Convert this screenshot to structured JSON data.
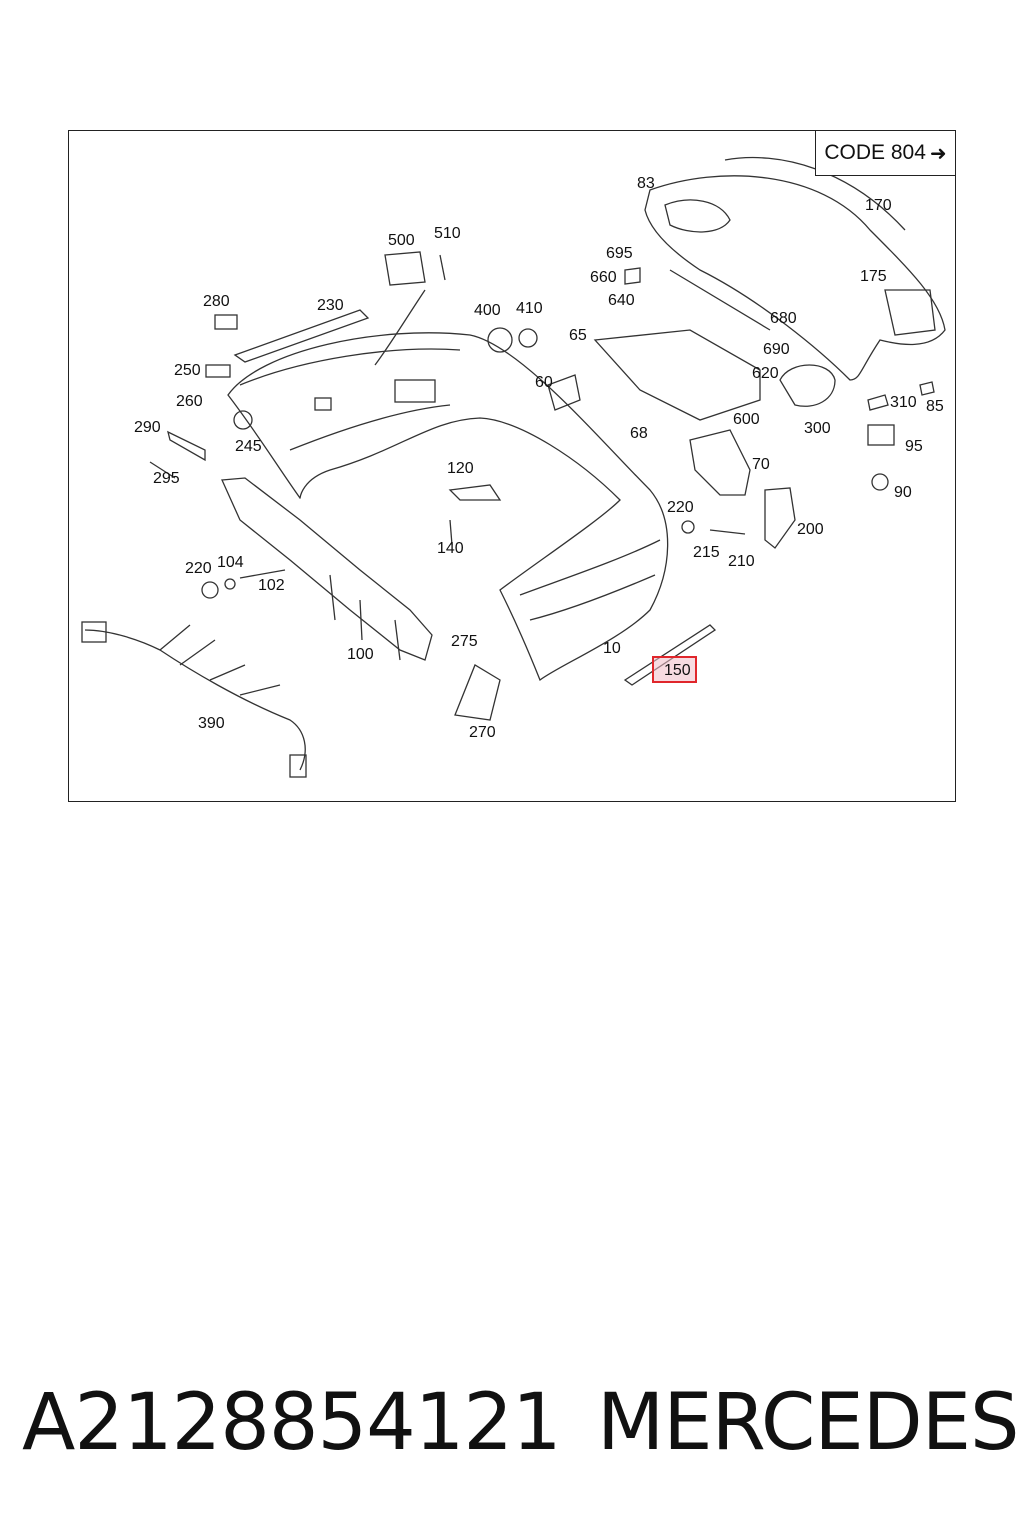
{
  "code_box": {
    "label": "CODE 804",
    "arrow_icon": "arrow-right-icon"
  },
  "highlight": {
    "callout": "150",
    "color": "#e0262b"
  },
  "callouts": {
    "c83": "83",
    "c170": "170",
    "c175": "175",
    "c695": "695",
    "c660": "660",
    "c640": "640",
    "c680": "680",
    "c690": "690",
    "c620": "620",
    "c65": "65",
    "c600": "600",
    "c300": "300",
    "c310": "310",
    "c85": "85",
    "c95": "95",
    "c90": "90",
    "c68": "68",
    "c70": "70",
    "c200": "200",
    "c220a": "220",
    "c215": "215",
    "c210": "210",
    "c500": "500",
    "c510": "510",
    "c400": "400",
    "c410": "410",
    "c60": "60",
    "c280": "280",
    "c230": "230",
    "c250": "250",
    "c260": "260",
    "c245": "245",
    "c290": "290",
    "c295": "295",
    "c120": "120",
    "c140": "140",
    "c220b": "220",
    "c104": "104",
    "c102": "102",
    "c100": "100",
    "c275": "275",
    "c10": "10",
    "c150": "150",
    "c390": "390",
    "c270": "270"
  },
  "footer": {
    "part_number": "A2128854121",
    "brand": "MERCEDES"
  }
}
